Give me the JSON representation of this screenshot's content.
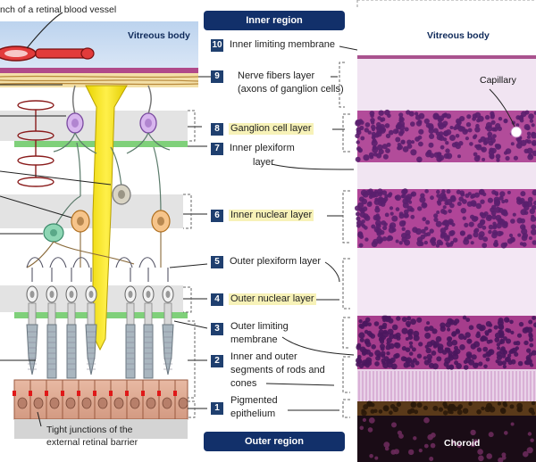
{
  "captions": {
    "vessel": "nch of a retinal blood vessel",
    "vitreous_left": "Vitreous body",
    "vitreous_right": "Vitreous body",
    "capillary": "Capillary",
    "choroid": "Choroid",
    "tight_junctions_1": "Tight junctions of the",
    "tight_junctions_2": "external retinal barrier",
    "inner_region": "Inner region",
    "outer_region": "Outer region"
  },
  "layers": [
    {
      "num": "10",
      "line1": "Inner limiting membrane",
      "line2": "",
      "line3": "",
      "highlight": false
    },
    {
      "num": "9",
      "line1": "Nerve fibers layer",
      "line2": "(axons of ganglion cells)",
      "line3": "",
      "highlight": false
    },
    {
      "num": "8",
      "line1": "Ganglion cell layer",
      "line2": "",
      "line3": "",
      "highlight": true
    },
    {
      "num": "7",
      "line1": "Inner plexiform",
      "line2": "layer",
      "line3": "",
      "highlight": false
    },
    {
      "num": "6",
      "line1": "Inner nuclear layer",
      "line2": "",
      "line3": "",
      "highlight": true
    },
    {
      "num": "5",
      "line1": "Outer plexiform layer",
      "line2": "",
      "line3": "",
      "highlight": false
    },
    {
      "num": "4",
      "line1": "Outer nuclear layer",
      "line2": "",
      "line3": "",
      "highlight": true
    },
    {
      "num": "3",
      "line1": "Outer limiting",
      "line2": "membrane",
      "line3": "",
      "highlight": false
    },
    {
      "num": "2",
      "line1": "Inner and outer",
      "line2": "segments of rods and",
      "line3": "cones",
      "highlight": false
    },
    {
      "num": "1",
      "line1": "Pigmented",
      "line2": "epithelium",
      "line3": "",
      "highlight": false
    }
  ]
}
